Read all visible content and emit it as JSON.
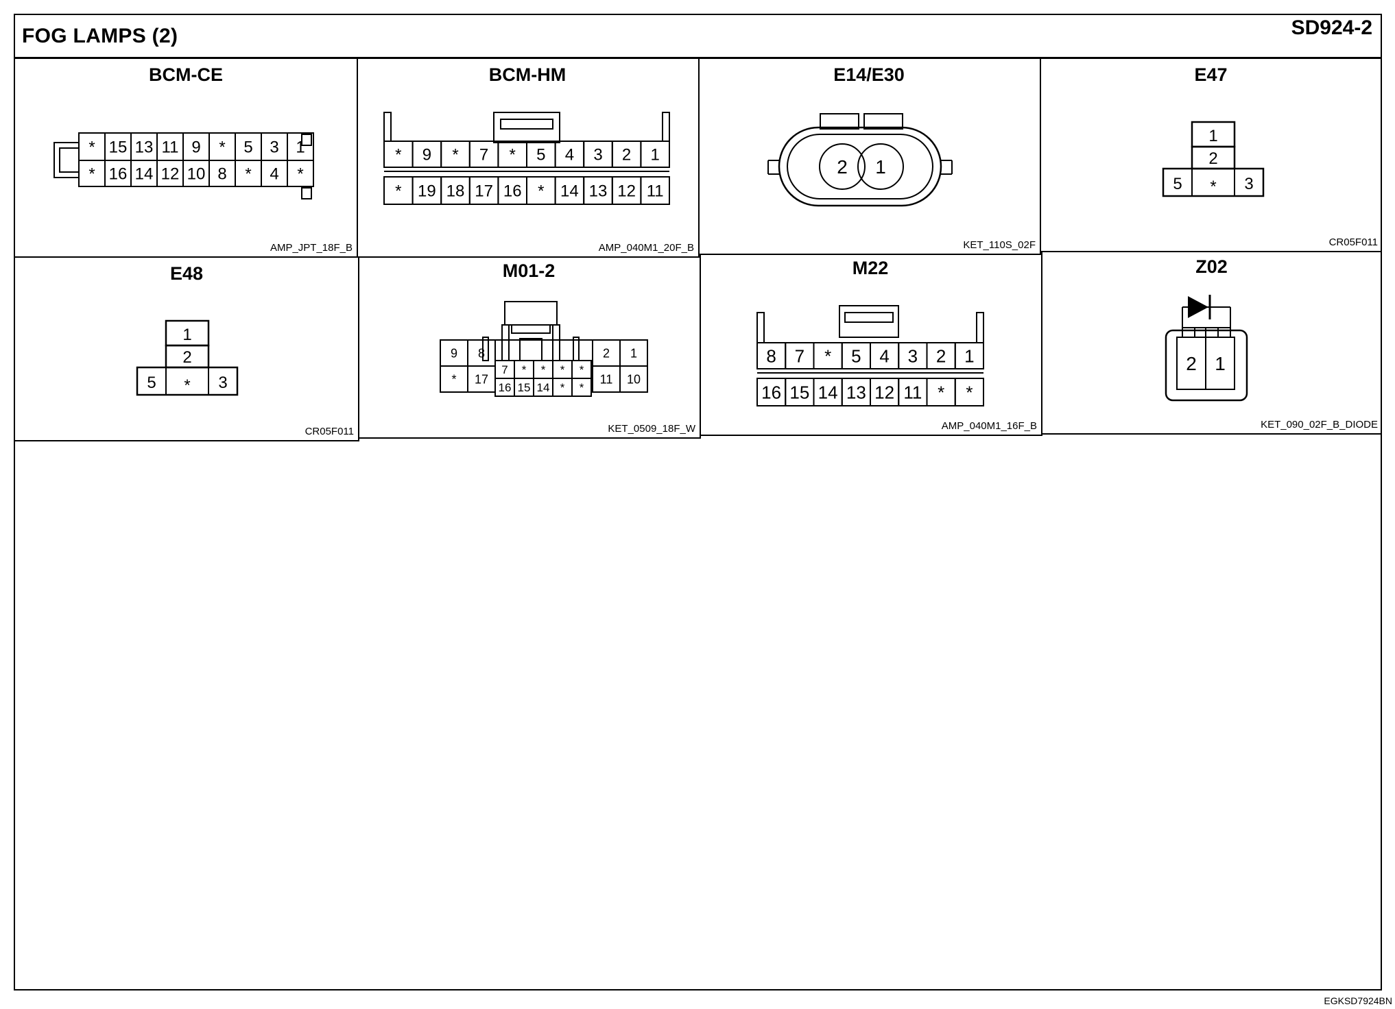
{
  "title": "FOG LAMPS (2)",
  "page_code": "SD924-2",
  "footer_code": "EGKSD7924BN",
  "connectors": [
    {
      "name": "BCM-CE",
      "part": "AMP_JPT_18F_B",
      "rows": [
        [
          "*",
          "15",
          "13",
          "11",
          "9",
          "*",
          "5",
          "3",
          "1"
        ],
        [
          "*",
          "16",
          "14",
          "12",
          "10",
          "8",
          "*",
          "4",
          "*"
        ]
      ]
    },
    {
      "name": "BCM-HM",
      "part": "AMP_040M1_20F_B",
      "rows": [
        [
          "*",
          "9",
          "*",
          "7",
          "*",
          "5",
          "4",
          "3",
          "2",
          "1"
        ],
        [
          "*",
          "19",
          "18",
          "17",
          "16",
          "*",
          "14",
          "13",
          "12",
          "11"
        ]
      ]
    },
    {
      "name": "E14/E30",
      "part": "KET_110S_02F",
      "pins": [
        "2",
        "1"
      ]
    },
    {
      "name": "E47",
      "part": "CR05F011",
      "pins": [
        "1",
        "2",
        "5",
        "*",
        "3"
      ]
    },
    {
      "name": "E48",
      "part": "CR05F011",
      "pins": [
        "1",
        "2",
        "5",
        "*",
        "3"
      ]
    },
    {
      "name": "M01-2",
      "part": "KET_0509_18F_W",
      "top_left": [
        "9",
        "8"
      ],
      "top_mid": [
        "7",
        "*",
        "*",
        "*",
        "*"
      ],
      "top_right": [
        "2",
        "1"
      ],
      "bottom_left": [
        "*",
        "17"
      ],
      "bottom_mid": [
        "16",
        "15",
        "14",
        "*",
        "*"
      ],
      "bottom_right": [
        "11",
        "10"
      ]
    },
    {
      "name": "M22",
      "part": "AMP_040M1_16F_B",
      "rows": [
        [
          "8",
          "7",
          "*",
          "5",
          "4",
          "3",
          "2",
          "1"
        ],
        [
          "16",
          "15",
          "14",
          "13",
          "12",
          "11",
          "*",
          "*"
        ]
      ]
    },
    {
      "name": "Z02",
      "part": "KET_090_02F_B_DIODE",
      "pins": [
        "2",
        "1"
      ]
    }
  ]
}
